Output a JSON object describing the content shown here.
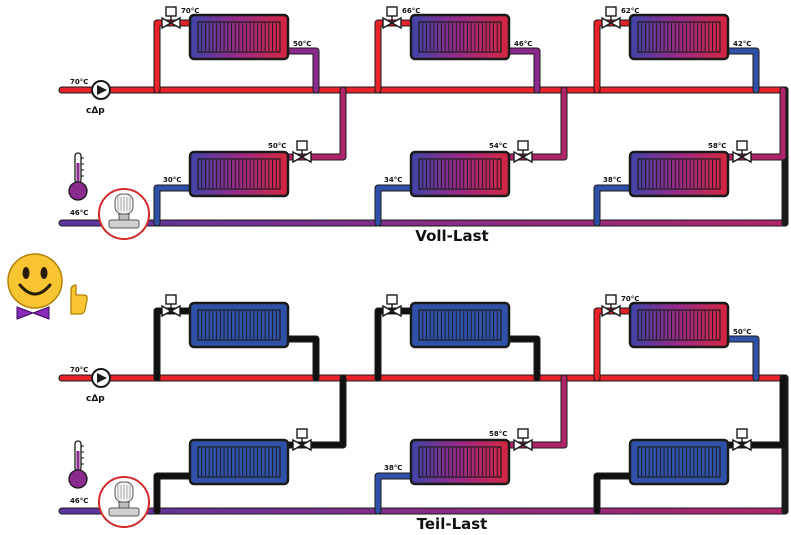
{
  "colors": {
    "hot": "#e8232a",
    "warm": "#b0246a",
    "mid": "#8a2a8c",
    "cool": "#5a35a0",
    "cold": "#2f52a8",
    "off": "#111111",
    "valve_ring": "#d42a2a"
  },
  "top": {
    "title": "Voll-Last",
    "supply_temp": "70°C",
    "pump_label": "cΔp",
    "return_temp": "46°C",
    "row1": [
      {
        "in": "70°C",
        "out": "50°C"
      },
      {
        "in": "66°C",
        "out": "46°C"
      },
      {
        "in": "62°C",
        "out": "42°C"
      }
    ],
    "row2": [
      {
        "in": "50°C",
        "out": "30°C"
      },
      {
        "in": "54°C",
        "out": "34°C"
      },
      {
        "in": "58°C",
        "out": "38°C"
      }
    ]
  },
  "bottom": {
    "title": "Teil-Last",
    "supply_temp": "70°C",
    "pump_label": "cΔp",
    "return_temp": "46°C",
    "row1": [
      {
        "in": "",
        "out": ""
      },
      {
        "in": "",
        "out": ""
      },
      {
        "in": "70°C",
        "out": "50°C"
      }
    ],
    "row2": [
      {
        "in": "",
        "out": ""
      },
      {
        "in": "58°C",
        "out": "38°C"
      },
      {
        "in": "",
        "out": ""
      }
    ]
  },
  "icons": {
    "smiley": "smiley-thumbs-up-icon",
    "thermometer": "thermometer-icon",
    "pump": "pump-icon",
    "valve": "thermostatic-valve-icon"
  }
}
